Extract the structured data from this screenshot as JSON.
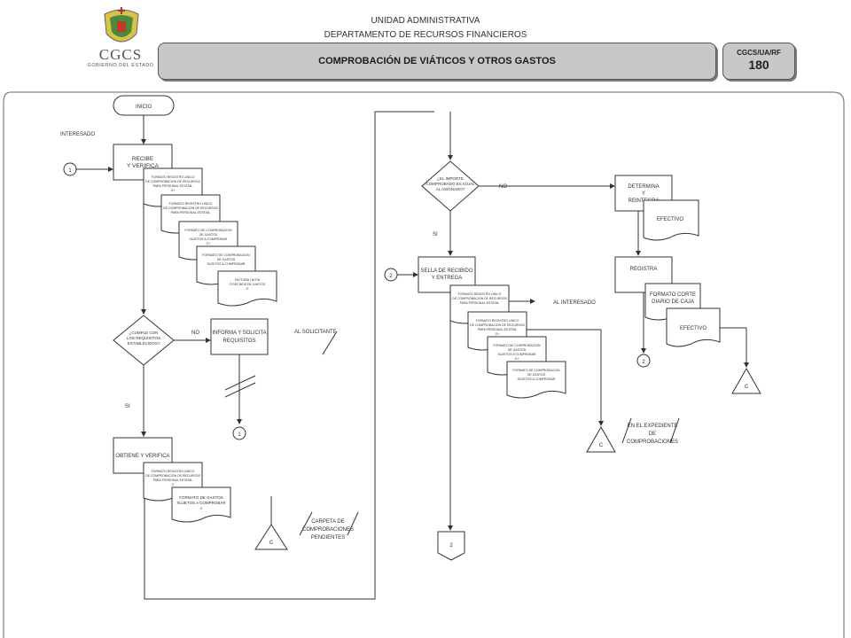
{
  "header": {
    "unit": "UNIDAD ADMINISTRATIVA",
    "department": "DEPARTAMENTO DE RECURSOS FINANCIEROS",
    "title": "COMPROBACIÓN DE VIÁTICOS Y OTROS  GASTOS",
    "code_label": "CGCS/UA/RF",
    "code_number": "180",
    "logo_text": "CGCS",
    "logo_subtext": "GOBIERNO DEL ESTADO"
  },
  "flow": {
    "inicio": "INICIO",
    "interesado": "INTERESADO",
    "recibe_1": "RECIBE",
    "recibe_2": "Y VERIFICA",
    "connector_1": "1",
    "connector_2": "2",
    "connector_c": "C",
    "doc_a_1": "FORMATO REGISTRO UNICO",
    "doc_a_2": "DE COMPROBACION DE RECURSOS",
    "doc_a_3": "PARA PERSONAL ESTATAL",
    "doc_a_4": "O+",
    "doc_b_1": "FORMATO DE COMPROBACION",
    "doc_b_2": "DE GASTOS",
    "doc_b_3": "SUJETOS A COMPROBAR",
    "doc_b_4": "O+",
    "doc_c_1": "FACTURA / NOTA",
    "doc_c_2": "O RECIBOS DE GASTOS",
    "doc_c_3": "O",
    "decision1_1": "¿CUMPLE CON",
    "decision1_2": "LOS REQUISITOS",
    "decision1_3": "ESTABLECIDOS?",
    "no": "NO",
    "si": "SI",
    "informa_1": "INFORMA Y SOLICITA",
    "informa_2": "REQUISITOS",
    "al_solicitante": "AL SOLICITANTE",
    "obtiene": "OBTIENE Y VERIFICA",
    "doc_d_1": "FORMATO DE GASTOS",
    "doc_d_2": "SUJETOS A COMPROBAR",
    "doc_d_3": "O",
    "carpeta_1": "CARPETA DE",
    "carpeta_2": "COMPROBACIONES",
    "carpeta_3": "PENDIENTES",
    "decision2_1": "¿EL IMPORTE",
    "decision2_2": "COMPROBADO ES IGUAL",
    "decision2_3": "AL ASIGNADO?",
    "determina_1": "DETERMINA",
    "determina_2": "Y",
    "determina_3": "REINTEGRA",
    "efectivo": "EFECTIVO",
    "sella_1": "SELLA DE RECIBIDO",
    "sella_2": "Y ENTREGA",
    "al_interesado": "AL INTERESADO",
    "registra": "REGISTRA",
    "formato_corte_1": "FORMATO CORTE",
    "formato_corte_2": "DIARIO DE CAJA",
    "expediente_1": "EN EL EXPEDIENTE",
    "expediente_2": "DE",
    "expediente_3": "COMPROBACIONES"
  }
}
